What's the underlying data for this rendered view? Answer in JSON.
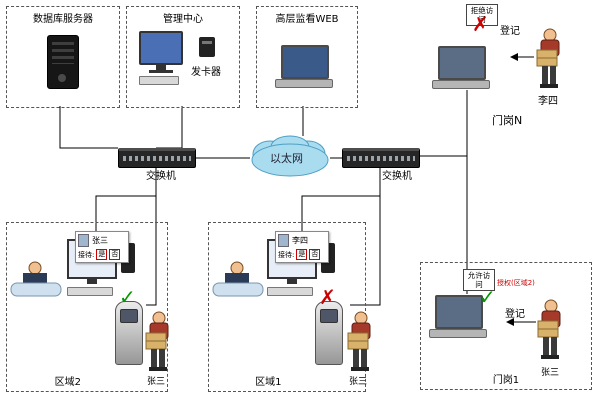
{
  "diagram": {
    "db_server": {
      "label": "数据库服务器"
    },
    "mgmt_center": {
      "label": "管理中心",
      "card_issuer": "发卡器"
    },
    "web_monitor": {
      "label": "高层监看WEB"
    },
    "ethernet": {
      "label": "以太网"
    },
    "switches": {
      "left": "交换机",
      "right": "交换机"
    },
    "gate_n": {
      "label": "门岗N",
      "deny_badge": "拒绝访问",
      "deny_mark": "✗",
      "register": "登记",
      "visitor": "李四"
    },
    "gate_1": {
      "label": "门岗1",
      "allow_badge": "允许访问",
      "allow_mark": "✓",
      "auth_note": "授权(区域2)",
      "register": "登记",
      "visitor": "张三"
    },
    "area_2": {
      "label": "区域2",
      "card": {
        "name": "张三",
        "reception": "接待:",
        "yes": "是",
        "no": "否"
      },
      "kiosk_mark": "✓",
      "visitor": "张三"
    },
    "area_1": {
      "label": "区域1",
      "card": {
        "name": "李四",
        "reception": "接待:",
        "yes": "是",
        "no": "否"
      },
      "kiosk_mark": "✗",
      "visitor": "张三"
    },
    "colors": {
      "allow": "#009900",
      "deny": "#cc0000",
      "cloud": "#aadcf0"
    }
  }
}
